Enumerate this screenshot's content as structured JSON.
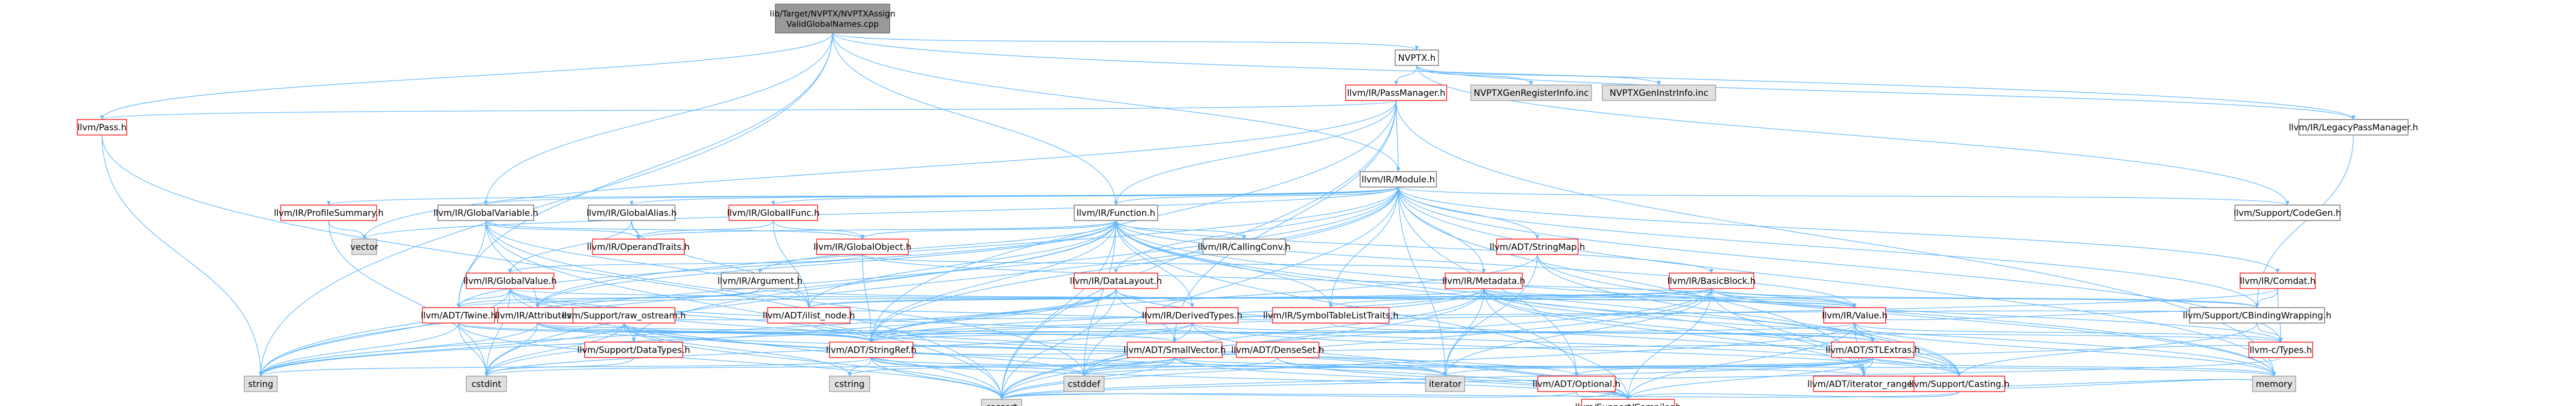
{
  "colors": {
    "edge": "#63b8ff",
    "internal_border": "#ff0000",
    "external_fill": "#e0e0e0",
    "root_fill": "#999999"
  },
  "nodes": [
    {
      "id": "root",
      "kind": "root",
      "lines": [
        "lib/Target/NVPTX/NVPTXAssign",
        "ValidGlobalNames.cpp"
      ]
    },
    {
      "id": "nvptx",
      "kind": "plain",
      "lines": [
        "NVPTX.h"
      ]
    },
    {
      "id": "passmgr",
      "kind": "int",
      "lines": [
        "llvm/IR/PassManager.h"
      ]
    },
    {
      "id": "genreg",
      "kind": "ext",
      "lines": [
        "NVPTXGenRegisterInfo.inc"
      ]
    },
    {
      "id": "geninstr",
      "kind": "ext",
      "lines": [
        "NVPTXGenInstrInfo.inc"
      ]
    },
    {
      "id": "pass",
      "kind": "int",
      "lines": [
        "llvm/Pass.h"
      ]
    },
    {
      "id": "legacy",
      "kind": "plain",
      "lines": [
        "llvm/IR/LegacyPassManager.h"
      ]
    },
    {
      "id": "module",
      "kind": "plain",
      "lines": [
        "llvm/IR/Module.h"
      ]
    },
    {
      "id": "profsum",
      "kind": "int",
      "lines": [
        "llvm/IR/ProfileSummary.h"
      ]
    },
    {
      "id": "globalvar",
      "kind": "plain",
      "lines": [
        "llvm/IR/GlobalVariable.h"
      ]
    },
    {
      "id": "globalalias",
      "kind": "plain",
      "lines": [
        "llvm/IR/GlobalAlias.h"
      ]
    },
    {
      "id": "globalifunc",
      "kind": "int",
      "lines": [
        "llvm/IR/GlobalIFunc.h"
      ]
    },
    {
      "id": "function",
      "kind": "plain",
      "lines": [
        "llvm/IR/Function.h"
      ]
    },
    {
      "id": "codegen",
      "kind": "plain",
      "lines": [
        "llvm/Support/CodeGen.h"
      ]
    },
    {
      "id": "vector",
      "kind": "ext",
      "lines": [
        "vector"
      ]
    },
    {
      "id": "opertraits",
      "kind": "int",
      "lines": [
        "llvm/IR/OperandTraits.h"
      ]
    },
    {
      "id": "globalobj",
      "kind": "int",
      "lines": [
        "llvm/IR/GlobalObject.h"
      ]
    },
    {
      "id": "callconv",
      "kind": "plain",
      "lines": [
        "llvm/IR/CallingConv.h"
      ]
    },
    {
      "id": "stringmap",
      "kind": "int",
      "lines": [
        "llvm/ADT/StringMap.h"
      ]
    },
    {
      "id": "comdat",
      "kind": "int",
      "lines": [
        "llvm/IR/Comdat.h"
      ]
    },
    {
      "id": "globalvalue",
      "kind": "int",
      "lines": [
        "llvm/IR/GlobalValue.h"
      ]
    },
    {
      "id": "argument",
      "kind": "plain",
      "lines": [
        "llvm/IR/Argument.h"
      ]
    },
    {
      "id": "datalayout",
      "kind": "int",
      "lines": [
        "llvm/IR/DataLayout.h"
      ]
    },
    {
      "id": "metadata",
      "kind": "int",
      "lines": [
        "llvm/IR/Metadata.h"
      ]
    },
    {
      "id": "basicblock",
      "kind": "int",
      "lines": [
        "llvm/IR/BasicBlock.h"
      ]
    },
    {
      "id": "twine",
      "kind": "int",
      "lines": [
        "llvm/ADT/Twine.h"
      ]
    },
    {
      "id": "attributes",
      "kind": "int",
      "lines": [
        "llvm/IR/Attributes.h"
      ]
    },
    {
      "id": "rawostream",
      "kind": "int",
      "lines": [
        "llvm/Support/raw_ostream.h"
      ]
    },
    {
      "id": "ilistnode",
      "kind": "int",
      "lines": [
        "llvm/ADT/ilist_node.h"
      ]
    },
    {
      "id": "derivedtypes",
      "kind": "int",
      "lines": [
        "llvm/IR/DerivedTypes.h"
      ]
    },
    {
      "id": "symtab",
      "kind": "int",
      "lines": [
        "llvm/IR/SymbolTableListTraits.h"
      ]
    },
    {
      "id": "value",
      "kind": "int",
      "lines": [
        "llvm/IR/Value.h"
      ]
    },
    {
      "id": "cbinding",
      "kind": "plain",
      "lines": [
        "llvm/Support/CBindingWrapping.h"
      ]
    },
    {
      "id": "datatypes",
      "kind": "int",
      "lines": [
        "llvm/Support/DataTypes.h"
      ]
    },
    {
      "id": "stringref",
      "kind": "int",
      "lines": [
        "llvm/ADT/StringRef.h"
      ]
    },
    {
      "id": "smallvector",
      "kind": "int",
      "lines": [
        "llvm/ADT/SmallVector.h"
      ]
    },
    {
      "id": "denseset",
      "kind": "int",
      "lines": [
        "llvm/ADT/DenseSet.h"
      ]
    },
    {
      "id": "stlextras",
      "kind": "int",
      "lines": [
        "llvm/ADT/STLExtras.h"
      ]
    },
    {
      "id": "ctypes",
      "kind": "int",
      "lines": [
        "llvm-c/Types.h"
      ]
    },
    {
      "id": "string",
      "kind": "ext",
      "lines": [
        "string"
      ]
    },
    {
      "id": "cstdint",
      "kind": "ext",
      "lines": [
        "cstdint"
      ]
    },
    {
      "id": "cstring",
      "kind": "ext",
      "lines": [
        "cstring"
      ]
    },
    {
      "id": "cstddef",
      "kind": "ext",
      "lines": [
        "cstddef"
      ]
    },
    {
      "id": "iterator",
      "kind": "ext",
      "lines": [
        "iterator"
      ]
    },
    {
      "id": "optional",
      "kind": "int",
      "lines": [
        "llvm/ADT/Optional.h"
      ]
    },
    {
      "id": "iterrange",
      "kind": "int",
      "lines": [
        "llvm/ADT/iterator_range.h"
      ]
    },
    {
      "id": "casting",
      "kind": "int",
      "lines": [
        "llvm/Support/Casting.h"
      ]
    },
    {
      "id": "memory",
      "kind": "ext",
      "lines": [
        "memory"
      ]
    },
    {
      "id": "cassert",
      "kind": "ext",
      "lines": [
        "cassert"
      ]
    },
    {
      "id": "compiler",
      "kind": "int",
      "lines": [
        "llvm/Support/Compiler.h"
      ]
    }
  ]
}
